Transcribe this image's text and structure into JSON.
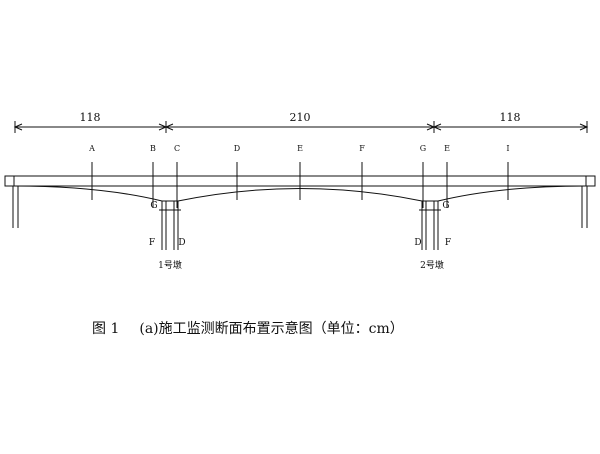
{
  "figure": {
    "caption_number": "图 1",
    "caption_text": "(a)施工监测断面布置示意图（单位：cm）"
  },
  "dimensions": {
    "left_span": "118",
    "mid_span": "210",
    "right_span": "118"
  },
  "sections": {
    "a": "A",
    "b": "B",
    "c": "C",
    "d": "D",
    "e": "E",
    "f": "F",
    "g": "G",
    "h": "E",
    "i": "I",
    "pier1_top": "G",
    "pier1_foot_left": "F",
    "pier1_foot_right": "D",
    "pier2_top": "G",
    "pier2_foot_left": "D",
    "pier2_foot_right": "F"
  },
  "piers": {
    "pier1": "1号墩",
    "pier2": "2号墩"
  }
}
